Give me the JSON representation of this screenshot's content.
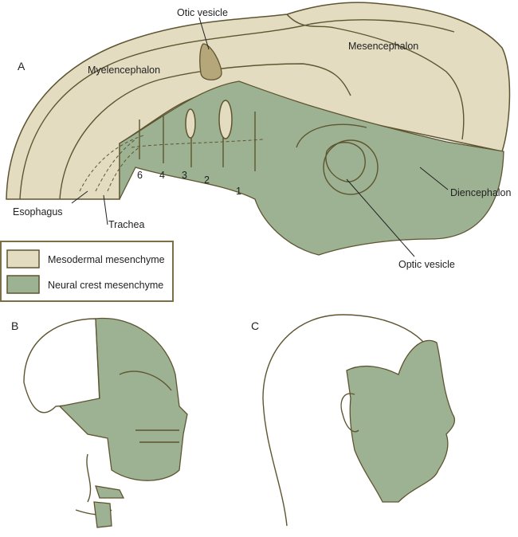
{
  "panels": {
    "a": "A",
    "b": "B",
    "c": "C"
  },
  "labels": {
    "otic_vesicle": "Otic vesicle",
    "mesencephalon": "Mesencephalon",
    "myelencephalon": "Myelencephalon",
    "diencephalon": "Diencephalon",
    "optic_vesicle": "Optic vesicle",
    "esophagus": "Esophagus",
    "trachea": "Trachea",
    "arches": [
      "6",
      "4",
      "3",
      "2",
      "1"
    ]
  },
  "legend": {
    "items": [
      {
        "label": "Mesodermal mesenchyme",
        "color": "#e3dcc0"
      },
      {
        "label": "Neural crest mesenchyme",
        "color": "#9db292"
      }
    ]
  }
}
